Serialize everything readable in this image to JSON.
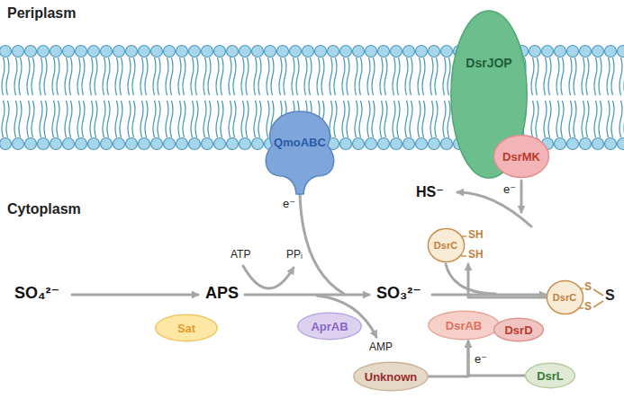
{
  "diagram": {
    "nodes": [
      {
        "text": [
          "Sat"
        ]
      },
      {
        "text": [
          "AprAB"
        ]
      },
      {
        "text": [
          "QmoABC"
        ]
      },
      {
        "text": [
          "DsrJOP"
        ]
      },
      {
        "text": [
          "DsrMK"
        ]
      },
      {
        "text": [
          "DsrC"
        ]
      },
      {
        "text": [
          "DsrC"
        ]
      },
      {
        "text": [
          "DsrAB"
        ]
      },
      {
        "text": [
          "DsrD"
        ]
      },
      {
        "text": [
          "Unknown"
        ]
      },
      {
        "text": [
          "DsrL"
        ]
      }
    ],
    "edges": [
      {
        "from": 9,
        "to": 7,
        "arrow": "to"
      },
      {
        "from": 10,
        "to": 7,
        "arrow": "to"
      },
      {
        "from": 6,
        "to": 5,
        "arrow": "to"
      }
    ],
    "labels": [
      "Periplasm",
      "Cytoplasm",
      "SO₄²⁻",
      "ATP",
      "PPᵢ",
      "APS",
      "e⁻",
      "AMP",
      "SO₃²⁻",
      "HS⁻",
      "e⁻",
      "SH",
      "SH",
      "S",
      "S",
      "S",
      "e⁻"
    ]
  }
}
